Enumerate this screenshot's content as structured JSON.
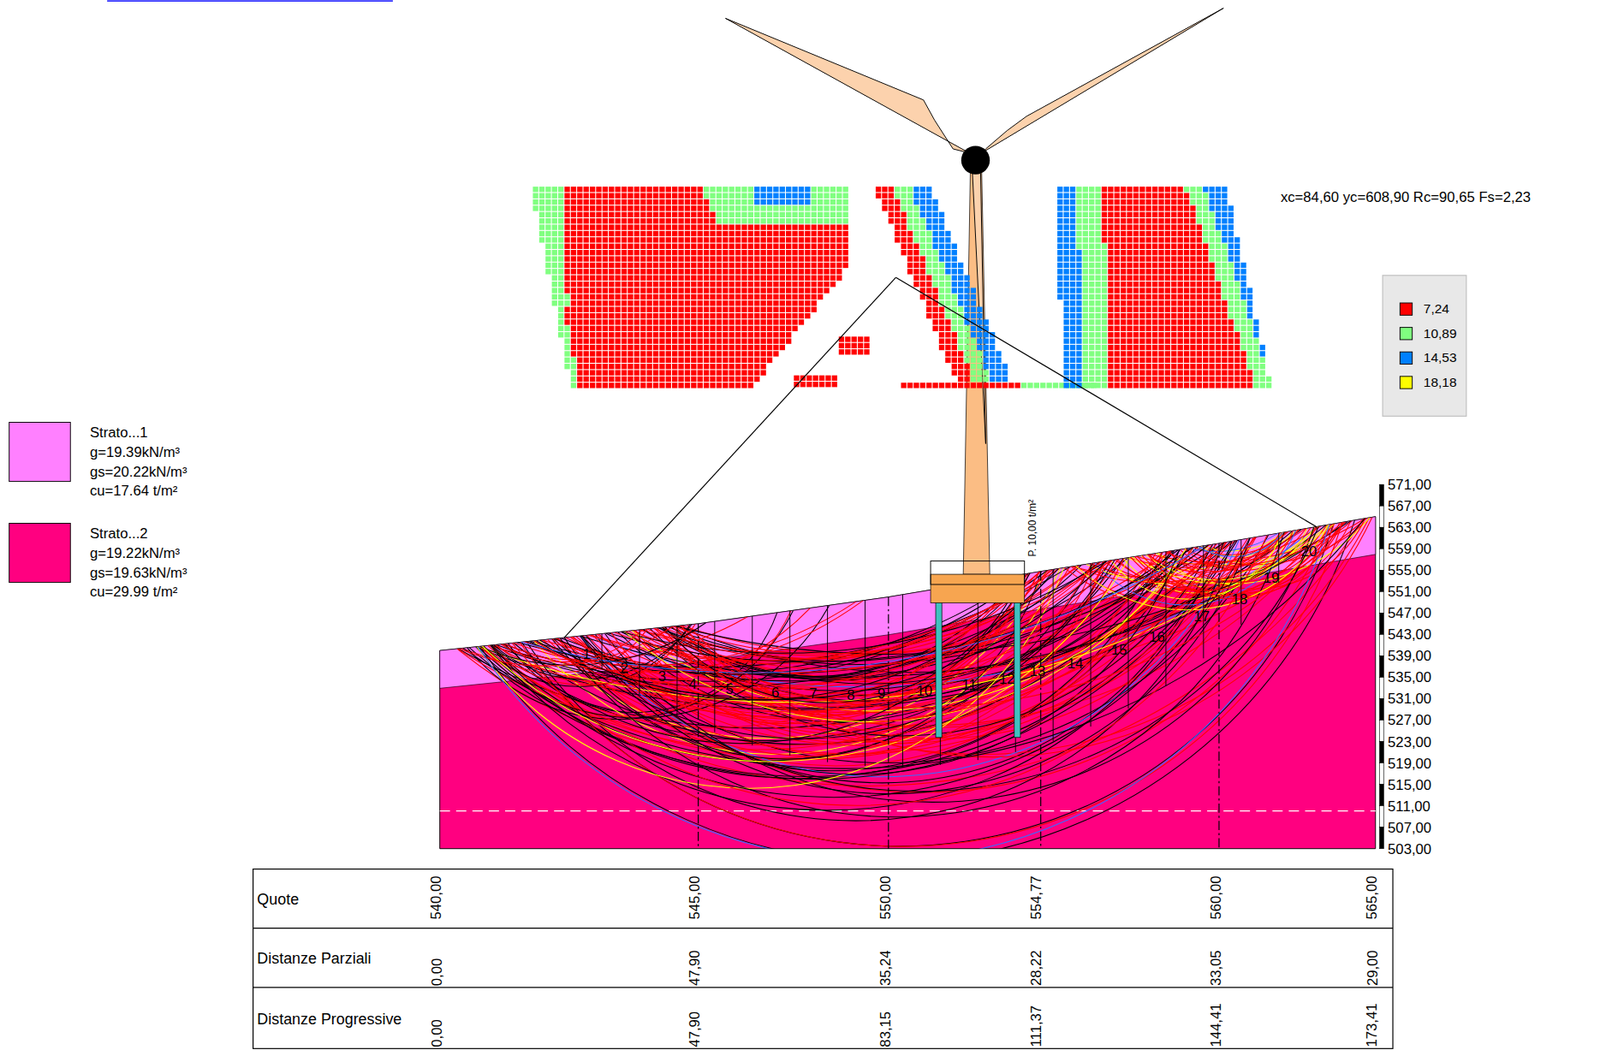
{
  "diagram": {
    "labels": [
      "xc=84,60 yc=608,90 Rc=90,65 Fs=2,23",
      "1",
      "2",
      "3",
      "4",
      "5",
      "6",
      "7",
      "8",
      "9",
      "10",
      "11",
      "12",
      "13",
      "14",
      "15",
      "16",
      "17",
      "18",
      "19",
      "20",
      "P. 10,00 t/m²",
      "571,00",
      "567,00",
      "563,00",
      "559,00",
      "555,00",
      "551,00",
      "547,00",
      "543,00",
      "539,00",
      "535,00",
      "531,00",
      "527,00",
      "523,00",
      "519,00",
      "515,00",
      "511,00",
      "507,00",
      "503,00",
      "Quote",
      "540,00",
      "545,00",
      "550,00",
      "554,77",
      "560,00",
      "565,00",
      "Distanze Parziali",
      "0,00",
      "47,90",
      "35,24",
      "28,22",
      "33,05",
      "29,00",
      "Distanze Progressive",
      "0,00",
      "47,90",
      "83,15",
      "111,37",
      "144,41",
      "173,41"
    ],
    "legend": [
      {
        "text": "7,24",
        "color": "#ff0000"
      },
      {
        "text": "10,89",
        "color": "#80ff80"
      },
      {
        "text": "14,53",
        "color": "#0080ff"
      },
      {
        "text": "18,18",
        "color": "#ffff00"
      },
      {
        "text": "Strato...1 g=19.39kN/m³ gs=20.22kN/m³ cu=17.64 t/m²",
        "color": "#ff80ff"
      },
      {
        "text": "Strato...2 g=19.22kN/m³ gs=19.63kN/m³ cu=29.99 t/m²",
        "color": "#ff0080"
      }
    ]
  }
}
